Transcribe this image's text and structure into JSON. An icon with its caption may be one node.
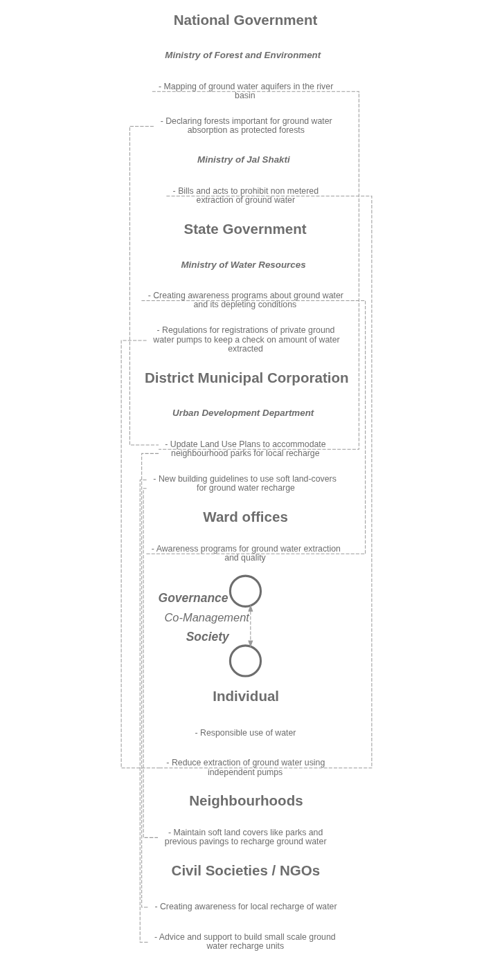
{
  "diagram": {
    "nodes": [
      {
        "text": [
          "National Government"
        ]
      },
      {
        "text": [
          "Ministry of Forest and Environment"
        ]
      },
      {
        "text": [
          "- Mapping of ground water aquifers in the river basin"
        ]
      },
      {
        "text": [
          "- Declaring forests important for ground water absorption as protected forests"
        ]
      },
      {
        "text": [
          "Ministry of Jal Shakti"
        ]
      },
      {
        "text": [
          "- Bills and acts to prohibit non metered extraction of ground water"
        ]
      },
      {
        "text": [
          "State Government"
        ]
      },
      {
        "text": [
          "Ministry of Water Resources"
        ]
      },
      {
        "text": [
          "- Creating awareness programs about ground water and its depleting conditions"
        ]
      },
      {
        "text": [
          "- Regulations for registrations of private ground water pumps to keep a check on amount of water extracted"
        ]
      },
      {
        "text": [
          "District Municipal Corporation"
        ]
      },
      {
        "text": [
          "Urban Development Department"
        ]
      },
      {
        "text": [
          "- Update Land Use Plans to accommodate neighbourhood parks for local recharge"
        ]
      },
      {
        "text": [
          "- New building guidelines to use soft land-covers for ground water recharge"
        ]
      },
      {
        "text": [
          "Ward offices"
        ]
      },
      {
        "text": [
          "- Awareness programs for ground water extraction and quality"
        ]
      },
      {
        "text": [],
        "shape": "circle",
        "beside": [
          "Governance"
        ]
      },
      {
        "text": [],
        "shape": "circle",
        "beside": [
          "Society"
        ]
      },
      {
        "text": [
          "Individual"
        ]
      },
      {
        "text": [
          "- Responsible use of water"
        ]
      },
      {
        "text": [
          "- Reduce extraction of ground water using independent pumps"
        ]
      },
      {
        "text": [
          "Neighbourhoods"
        ]
      },
      {
        "text": [
          "- Maintain soft land covers like parks and previous pavings to recharge ground water"
        ]
      },
      {
        "text": [
          "Civil Societies / NGOs"
        ]
      },
      {
        "text": [
          "- Creating awareness for local recharge of water"
        ]
      },
      {
        "text": [
          "- Advice and support to build small scale ground water recharge units"
        ]
      }
    ],
    "edges": [
      {
        "from": 2,
        "to": 12,
        "arrow": "none",
        "style": "dashed"
      },
      {
        "from": 3,
        "to": 12,
        "arrow": "none",
        "style": "dashed"
      },
      {
        "from": 5,
        "to": 20,
        "arrow": "none",
        "style": "dashed"
      },
      {
        "from": 8,
        "to": 15,
        "arrow": "none",
        "style": "dashed"
      },
      {
        "from": 9,
        "to": 20,
        "arrow": "none",
        "style": "dashed"
      },
      {
        "from": 12,
        "to": 24,
        "arrow": "none",
        "style": "dashed"
      },
      {
        "from": 13,
        "to": 22,
        "arrow": "none",
        "style": "dashed"
      },
      {
        "from": 13,
        "to": 25,
        "arrow": "none",
        "style": "dashed"
      },
      {
        "from": 16,
        "to": 17,
        "arrow": "both",
        "style": "dashed",
        "label": "Co-Management"
      }
    ]
  }
}
